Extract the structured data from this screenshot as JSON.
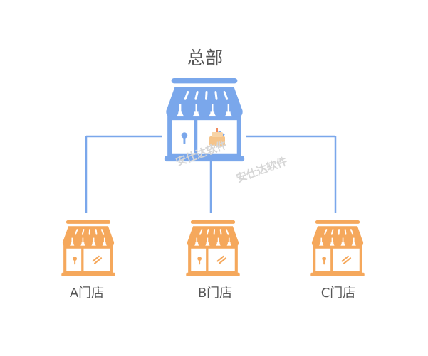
{
  "headquarters": {
    "title": "总部",
    "color": "#7aa7eb",
    "icon": "storefront-icon"
  },
  "branches": [
    {
      "label": "A门店",
      "color": "#f5a85c",
      "icon": "storefront-icon"
    },
    {
      "label": "B门店",
      "color": "#f5a85c",
      "icon": "storefront-icon"
    },
    {
      "label": "C门店",
      "color": "#f5a85c",
      "icon": "storefront-icon"
    }
  ],
  "connector_color": "#7aa7eb",
  "watermark": "安仕达软件"
}
